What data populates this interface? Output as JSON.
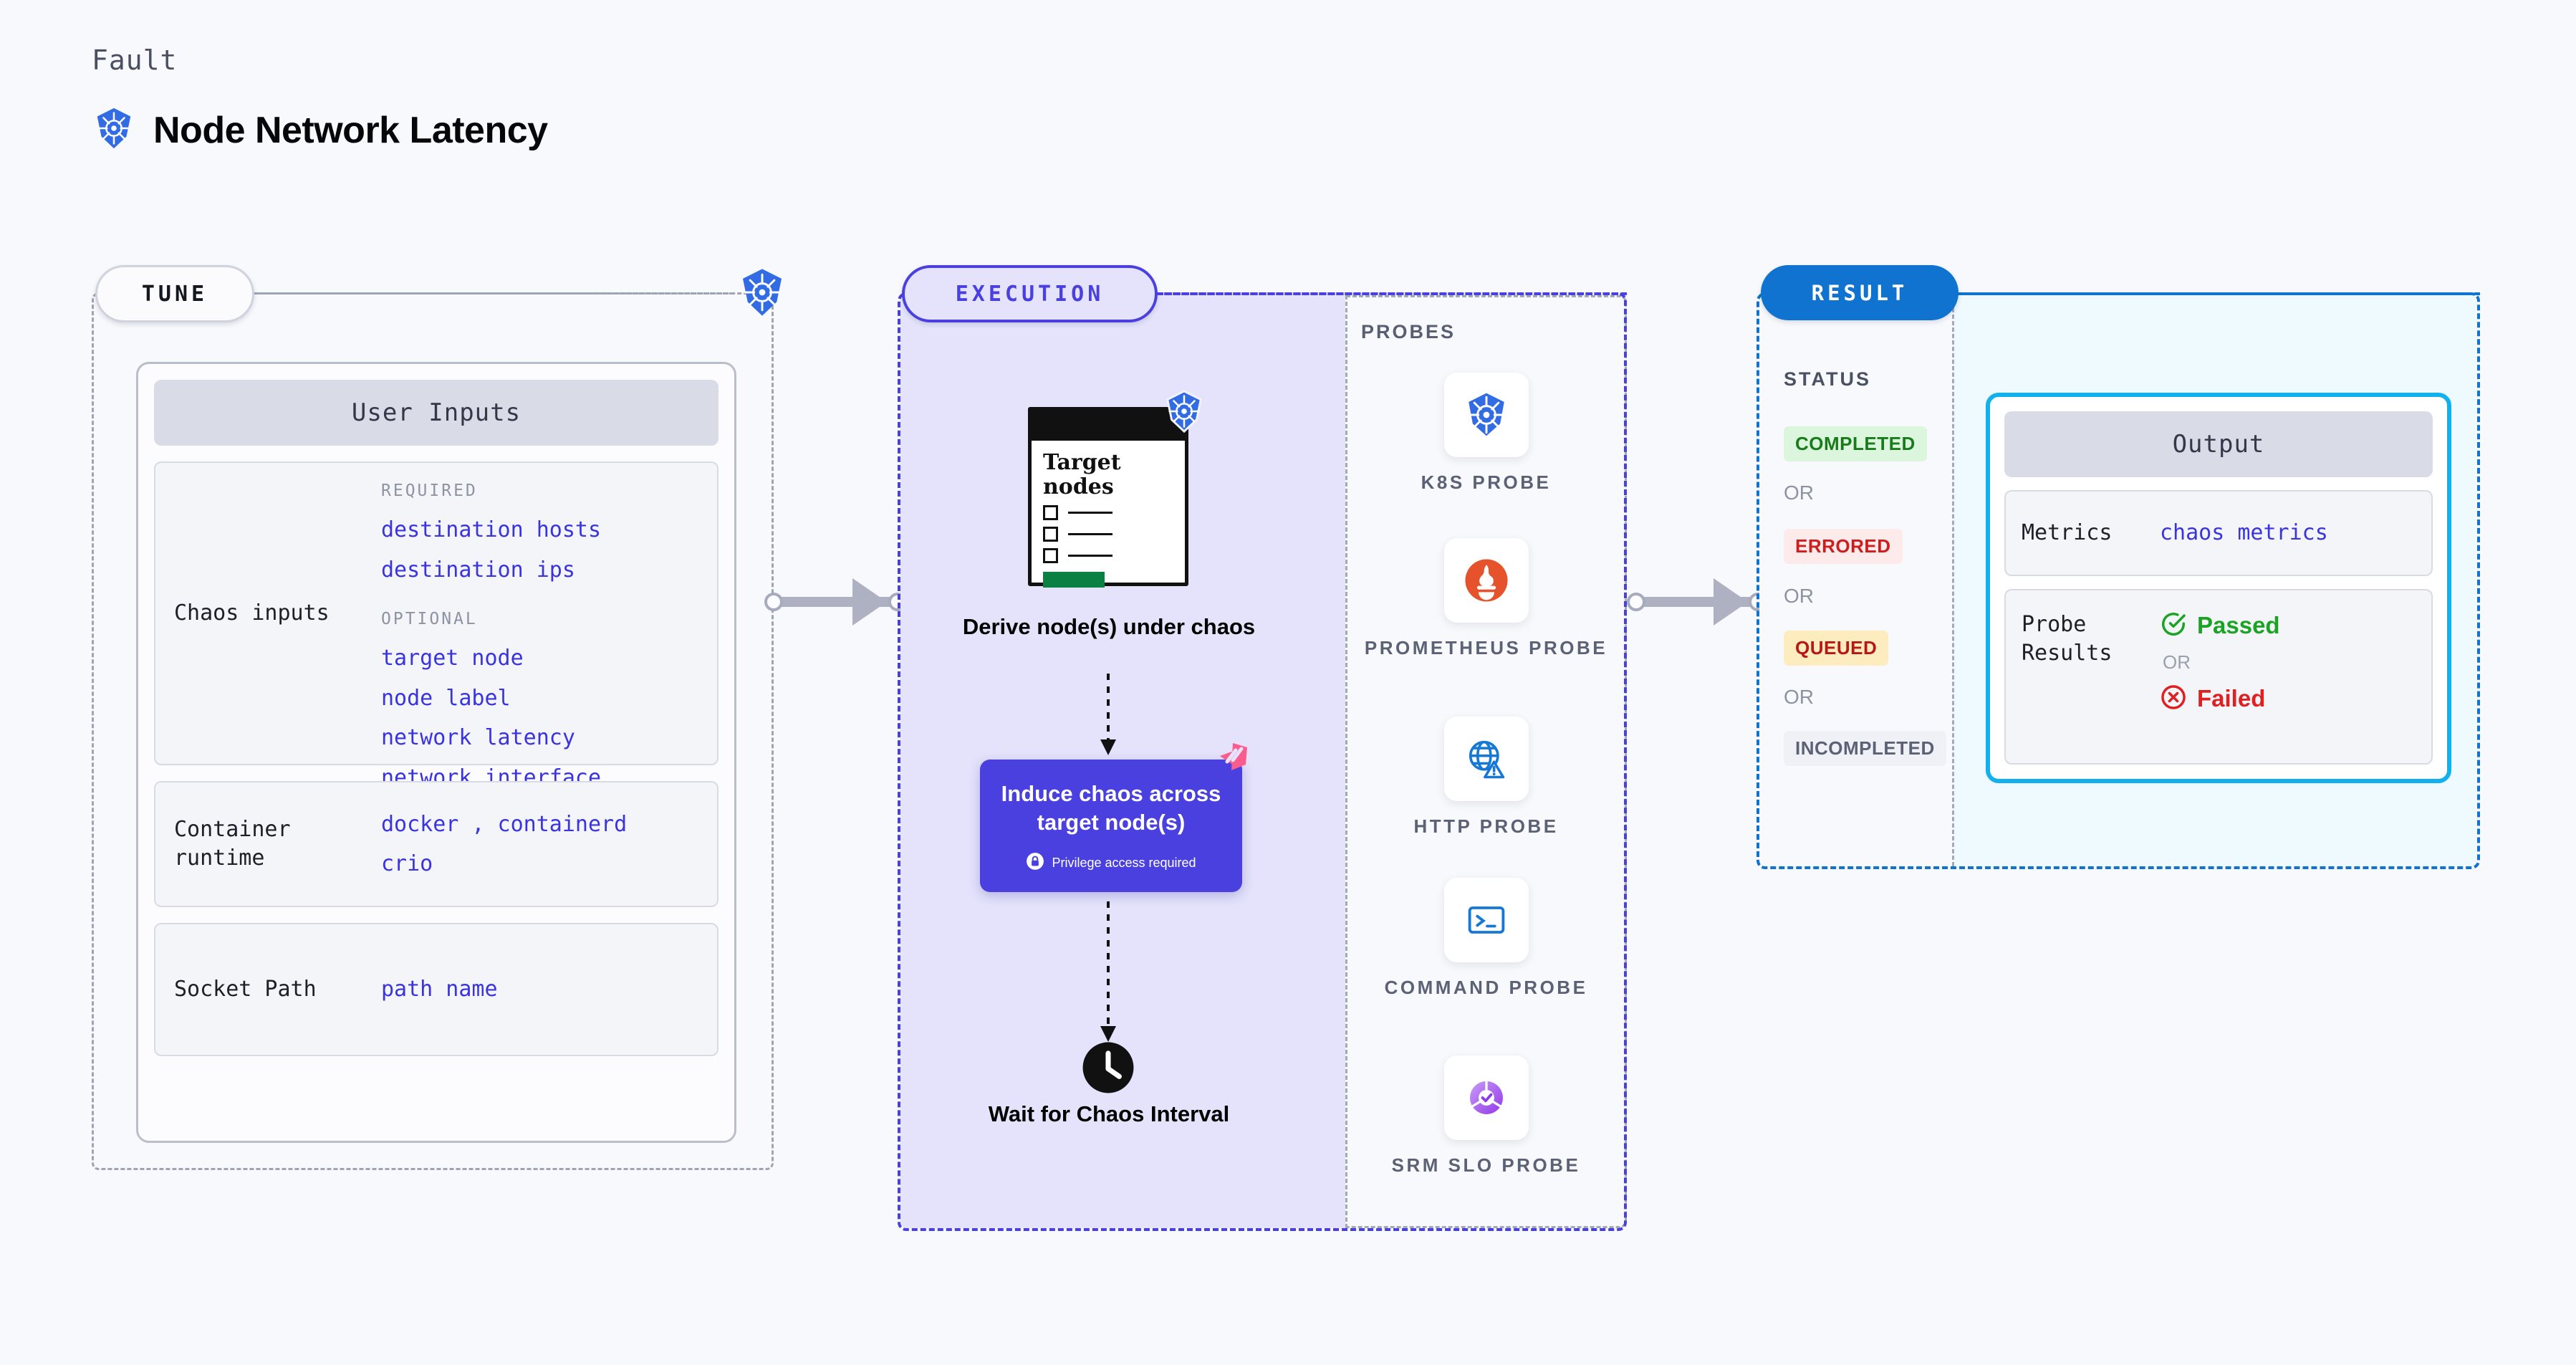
{
  "header": {
    "eyebrow": "Fault",
    "title": "Node Network Latency",
    "icon": "kubernetes-icon"
  },
  "colors": {
    "background": "#f8f9fc",
    "tune_border": "#9ea4b4",
    "execution_accent": "#4a40e0",
    "execution_fill": "#e4e3fb",
    "result_accent": "#1073cf",
    "result_fill": "#eefaff",
    "output_border": "#13b0ee",
    "value_text": "#3a34e0",
    "passed_green": "#1ba424",
    "failed_red": "#e02020",
    "harness_pink": "#fa5c8e"
  },
  "tune": {
    "pill_label": "TUNE",
    "card_title": "User Inputs",
    "sections": [
      {
        "label": "Chaos inputs",
        "groups": [
          {
            "title": "REQUIRED",
            "values": [
              "destination hosts",
              "destination ips"
            ]
          },
          {
            "title": "OPTIONAL",
            "values": [
              "target node",
              "node label",
              "network latency",
              "network interface"
            ]
          }
        ]
      },
      {
        "label": "Container runtime",
        "groups": [
          {
            "title": "",
            "values": [
              "docker , containerd",
              "crio"
            ]
          }
        ]
      },
      {
        "label": "Socket Path",
        "groups": [
          {
            "title": "",
            "values": [
              "path name"
            ]
          }
        ]
      }
    ]
  },
  "execution": {
    "pill_label": "EXECUTION",
    "steps": [
      {
        "card_title": "Target nodes",
        "caption": "Derive node(s) under chaos",
        "icon": "kubernetes-icon"
      },
      {
        "caption": "Induce chaos across target node(s)",
        "note": "Privilege access required",
        "note_icon": "lock-icon",
        "badge_icon": "harness-logo-icon"
      },
      {
        "caption": "Wait for Chaos Interval",
        "icon": "clock-icon"
      }
    ],
    "probes_title": "PROBES",
    "probes": [
      {
        "label": "K8S PROBE",
        "icon": "kubernetes-icon"
      },
      {
        "label": "PROMETHEUS PROBE",
        "icon": "prometheus-icon"
      },
      {
        "label": "HTTP PROBE",
        "icon": "globe-warning-icon"
      },
      {
        "label": "COMMAND PROBE",
        "icon": "terminal-icon"
      },
      {
        "label": "SRM SLO PROBE",
        "icon": "slo-donut-check-icon"
      }
    ]
  },
  "result": {
    "pill_label": "RESULT",
    "status_title": "STATUS",
    "or_label": "OR",
    "statuses": [
      {
        "label": "COMPLETED",
        "bg": "#dcf5dd",
        "fg": "#187c1c"
      },
      {
        "label": "ERRORED",
        "bg": "#fdeaea",
        "fg": "#cd1d1d"
      },
      {
        "label": "QUEUED",
        "bg": "#fcecbe",
        "fg": "#b91616"
      },
      {
        "label": "INCOMPLETED",
        "bg": "#f0f1f6",
        "fg": "#5c6276"
      }
    ],
    "output": {
      "title": "Output",
      "rows": [
        {
          "label": "Metrics",
          "value": "chaos metrics"
        },
        {
          "label": "Probe Results",
          "passed": "Passed",
          "or": "OR",
          "failed": "Failed",
          "passed_icon": "check-circle-icon",
          "failed_icon": "x-circle-icon"
        }
      ]
    }
  }
}
